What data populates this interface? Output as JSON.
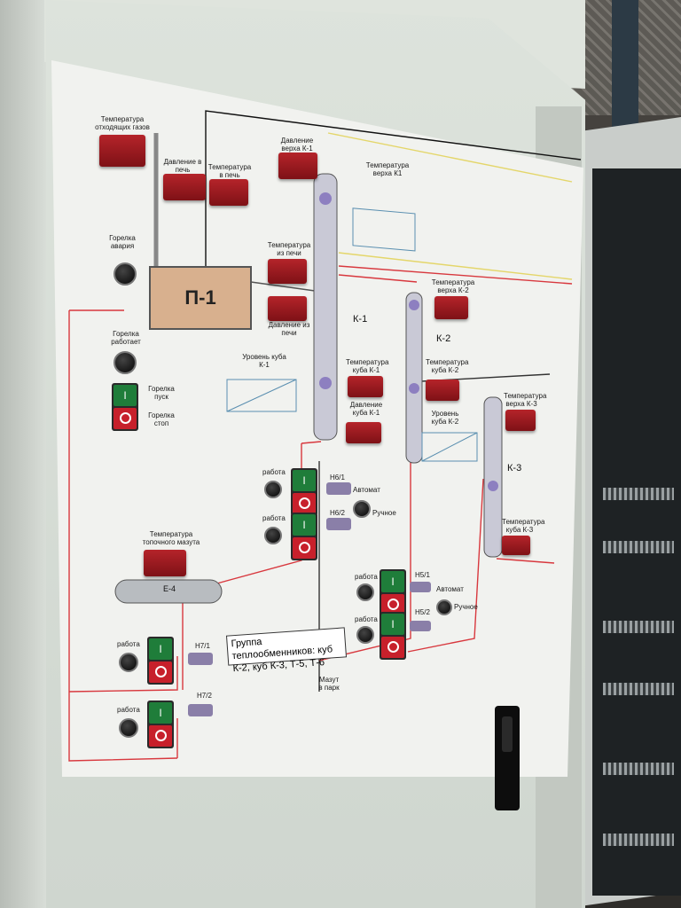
{
  "furnace": {
    "label": "П-1"
  },
  "columns": {
    "k1": "К-1",
    "k2": "К-2",
    "k3": "К-3"
  },
  "tank": {
    "label": "Е-4"
  },
  "instruments": {
    "t_exhaust": "Температура отходящих газов",
    "p_furnace": "Давление в печь",
    "t_furnace": "Температура в печь",
    "p_top_k1": "Давление верха К-1",
    "t_top_k1": "Температура верха К1",
    "t_from_furnace": "Температура из печи",
    "p_from_furnace": "Давление из печи",
    "t_top_k2": "Температура верха К-2",
    "level_k1": "Уровень куба К-1",
    "t_bottom_k1": "Температура куба К-1",
    "p_bottom_k1": "Давление куба К-1",
    "t_bottom_k2": "Температура куба К-2",
    "level_k2": "Уровень куба К-2",
    "t_top_k3": "Температура верха К-3",
    "t_bottom_k3": "Температура куба К-3",
    "t_fuel_oil": "Температура топочного мазута"
  },
  "burner": {
    "alarm": "Горелка авария",
    "running": "Горелка работает",
    "start": "Горелка пуск",
    "stop": "Горелка стоп"
  },
  "pumps": {
    "n6_1": "Н6/1",
    "n6_2": "Н6/2",
    "n5_1": "Н5/1",
    "n5_2": "Н5/2",
    "n7_1": "Н7/1",
    "n7_2": "Н7/2"
  },
  "controls": {
    "work": "работа",
    "auto": "Автомат",
    "manual": "Ручное",
    "btn_on": "I"
  },
  "group_label": "Группа теплообменников: куб К-2, куб К-3, Т-5, Т-6",
  "outlet": "Мазут в парк",
  "colors": {
    "lamp": "#9d1a20",
    "start_green": "#1f7d3a",
    "stop_red": "#c7202b",
    "line_red": "#d8383e",
    "line_yellow": "#e4d66a"
  }
}
